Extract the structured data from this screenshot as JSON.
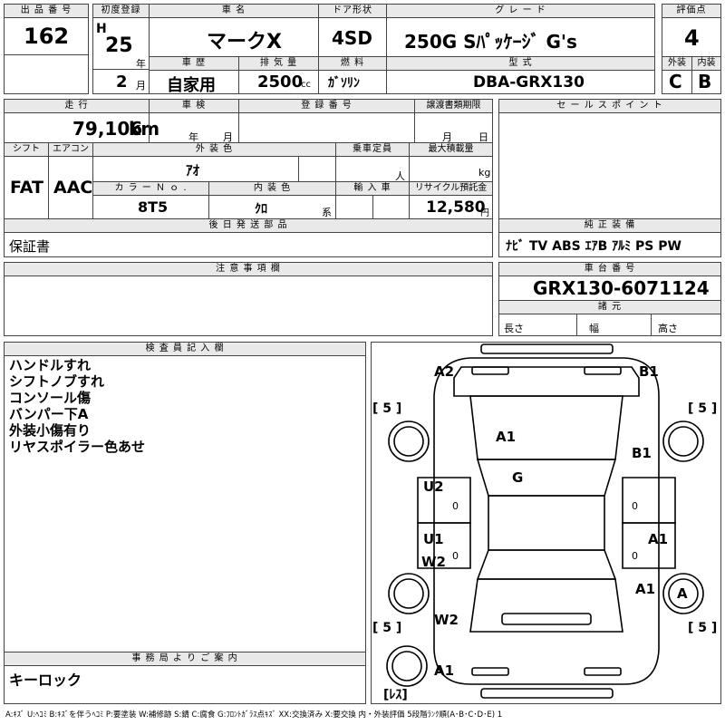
{
  "header": {
    "lot_no_label": "出 品 番 号",
    "lot_no": "162",
    "first_reg_label": "初度登録",
    "era": "H",
    "year": "25",
    "year_unit": "年",
    "month": "2",
    "month_unit": "月",
    "car_name_label": "車 名",
    "car_name": "マークX",
    "door_label": "ドア形状",
    "door": "4SD",
    "grade_label": "グ レ ー ド",
    "grade": "250G Sﾊﾟｯｹｰｼﾞ G's",
    "score_label": "評価点",
    "score": "4",
    "history_label": "車 歴",
    "history": "自家用",
    "displacement_label": "排 気 量",
    "displacement": "2500",
    "displacement_unit": "cc",
    "fuel_label": "燃 料",
    "fuel": "ｶﾞｿﾘﾝ",
    "model_label": "型 式",
    "model": "DBA-GRX130",
    "ext_label": "外装",
    "ext": "C",
    "int_label": "内装",
    "int": "B"
  },
  "spec": {
    "mileage_label": "走 行",
    "mileage": "79,106",
    "mileage_unit": "km",
    "inspection_label": "車 検",
    "insp_year": "年",
    "insp_month": "月",
    "regno_label": "登 録 番 号",
    "transfer_label": "譲渡書類期限",
    "transfer_month": "月",
    "transfer_day": "日",
    "shift_label": "シフト",
    "shift": "FAT",
    "ac_label": "エアコン",
    "ac": "AAC",
    "color_label": "外 装 色",
    "color": "ｱｵ",
    "capacity_label": "乗車定員",
    "capacity_unit": "人",
    "load_label": "最大積載量",
    "load_unit": "kg",
    "color_no_label": "カ ラ ー Ｎ ｏ .",
    "color_no": "8T5",
    "interior_color_label": "内 装 色",
    "interior_color": "ｸﾛ",
    "interior_unit": "系",
    "import_label": "輸 入 車",
    "recycle_label": "リサイクル預託金",
    "recycle": "12,580",
    "recycle_unit": "円",
    "later_label": "後 日 発 送 部 品",
    "later": "保証書"
  },
  "sales": {
    "sales_label": "セ ー ル ス ポ イ ン ト",
    "equip_label": "純 正 装 備",
    "equip": "ﾅﾋﾞ  TV  ABS ｴｱB ｱﾙﾐ PS PW",
    "chassis_label": "車 台 番 号",
    "chassis": "GRX130-6071124",
    "dims_label": "諸 元",
    "length": "長さ",
    "width": "幅",
    "height": "高さ"
  },
  "notes": {
    "caution_label": "注 意 事 項 欄"
  },
  "inspector": {
    "label": "検 査 員 記 入 欄",
    "lines": [
      "ハンドルすれ",
      "シフトノブすれ",
      "コンソール傷",
      "バンパー下A",
      "外装小傷有り",
      "リヤスポイラー色あせ"
    ]
  },
  "office": {
    "label": "事 務 局 よ り ご 案 内",
    "text": "キーロック"
  },
  "diagram": {
    "labels": [
      "A2",
      "B1",
      "A1",
      "G",
      "B1",
      "U2",
      "U1",
      "W2",
      "A1",
      "A1",
      "W2",
      "A1",
      "A",
      "0",
      "0",
      "0",
      "0"
    ],
    "tires": [
      "[ 5 ]",
      "[ 5 ]",
      "[ 5 ]",
      "[ 5 ]"
    ],
    "spare": "[ﾚｽ]"
  },
  "legend": "A:ｷｽﾞ U:ﾍｺﾐ B:ｷｽﾞを伴うﾍｺﾐ P:要塗装 W:補修跡 S:錆 C:腐食 G:ﾌﾛﾝﾄｶﾞﾗｽ点ｷｽﾞ XX:交換済み X:要交換 内・外装評価 5段階ﾗﾝｸ順(A･B･C･D･E) 1"
}
